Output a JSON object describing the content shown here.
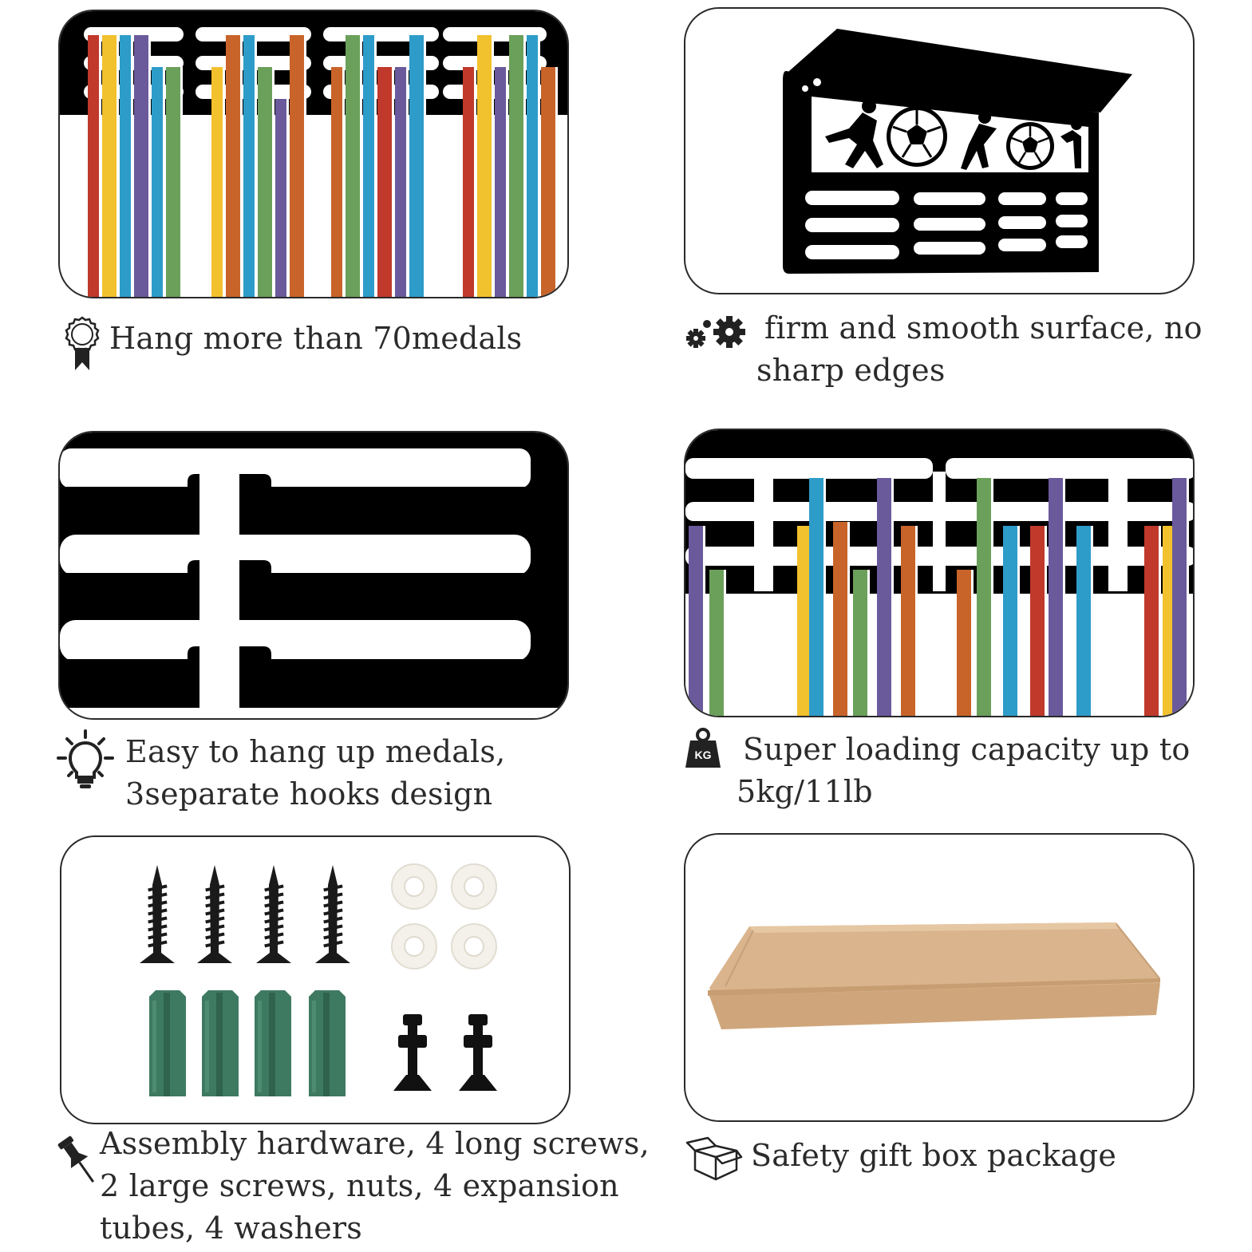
{
  "features": [
    {
      "icon": "medal-ribbon-icon",
      "lines": [
        "Hang more than 70medals"
      ]
    },
    {
      "icon": "gears-icon",
      "lines": [
        "firm and smooth surface, no",
        "sharp edges"
      ]
    },
    {
      "icon": "lightbulb-icon",
      "lines": [
        "Easy to hang up medals,",
        "3separate hooks design"
      ]
    },
    {
      "icon": "kg-weight-icon",
      "badge": "KG",
      "lines": [
        "Super loading capacity  up to",
        "5kg/11lb"
      ]
    },
    {
      "icon": "pushpin-icon",
      "lines": [
        "Assembly  hardware, 4  long  screws,",
        "2  large  screws, nuts, 4  expansion",
        "tubes,   4  washers"
      ]
    },
    {
      "icon": "open-box-icon",
      "lines": [
        "Safety gift box package"
      ]
    }
  ],
  "colors": {
    "frame": "#000000",
    "border": "#2a2a2a",
    "ribbon_stripes": [
      "#c0392b",
      "#f2c12e",
      "#2e9cc9",
      "#6a5a9c",
      "#6aa05a",
      "#c8642a"
    ],
    "anchor_green": "#3e7a62",
    "washer": "#f4f1ea",
    "box_kraft": "#dcb892"
  }
}
